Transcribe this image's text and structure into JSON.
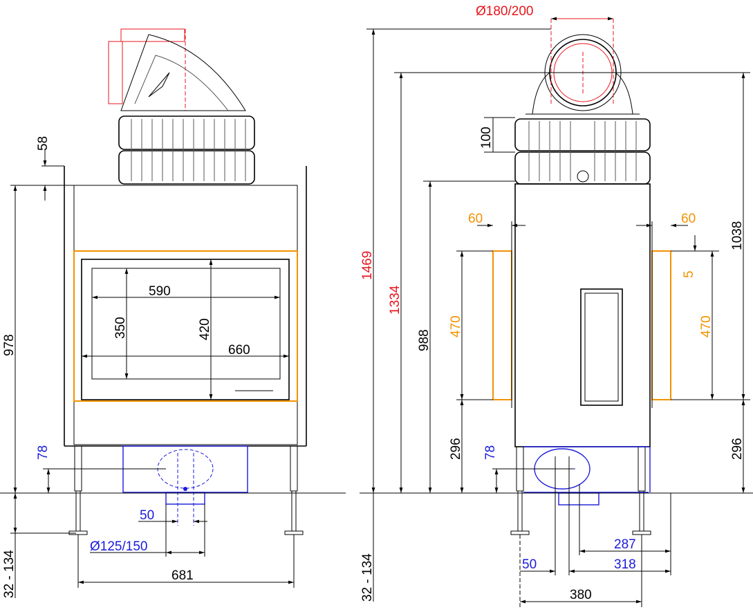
{
  "colors": {
    "line": "#000000",
    "flue": "#e8141c",
    "side_panel": "#f39200",
    "air_inlet": "#1a1adc"
  },
  "front_view": {
    "dims": {
      "top_offset": "58",
      "body_height": "978",
      "glass_width": "590",
      "glass_height": "350",
      "door_height": "420",
      "door_width": "660",
      "air_inlet_height": "78",
      "air_inlet_offset": "50",
      "air_inlet_diameter": "Ø125/150",
      "leg_span": "681",
      "leg_adjust": "32 - 134"
    }
  },
  "side_view": {
    "dims": {
      "flue_diameter": "Ø180/200",
      "total_height": "1469",
      "flue_axis_height": "1334",
      "body_height": "988",
      "collar_height": "100",
      "panel_left_width": "60",
      "panel_right_width": "60",
      "panel_top_gap": "5",
      "panel_left_height": "470",
      "panel_right_height": "470",
      "flue_right_height": "1038",
      "base_left": "296",
      "base_right": "296",
      "air_inlet_height": "78",
      "inlet_to_back": "287",
      "inlet_axis_to_back": "318",
      "inlet_offset": "50",
      "leg_depth": "380",
      "leg_adjust": "32 - 134"
    }
  }
}
